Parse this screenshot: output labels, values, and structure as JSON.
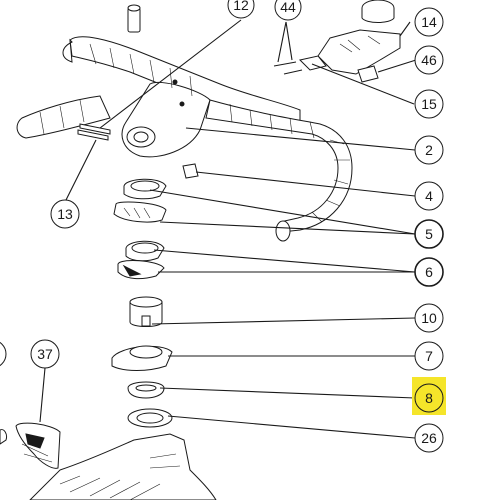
{
  "callouts": [
    {
      "id": "c12",
      "label": "12"
    },
    {
      "id": "c44",
      "label": "44"
    },
    {
      "id": "c14",
      "label": "14"
    },
    {
      "id": "c46",
      "label": "46"
    },
    {
      "id": "c15",
      "label": "15"
    },
    {
      "id": "c2",
      "label": "2"
    },
    {
      "id": "c4",
      "label": "4"
    },
    {
      "id": "c13",
      "label": "13"
    },
    {
      "id": "c5",
      "label": "5"
    },
    {
      "id": "c6",
      "label": "6"
    },
    {
      "id": "c10",
      "label": "10"
    },
    {
      "id": "c37",
      "label": "37"
    },
    {
      "id": "c7",
      "label": "7"
    },
    {
      "id": "c8",
      "label": "8"
    },
    {
      "id": "c26",
      "label": "26"
    }
  ],
  "highlight": {
    "callout": "8",
    "color": "#f5e52a"
  }
}
